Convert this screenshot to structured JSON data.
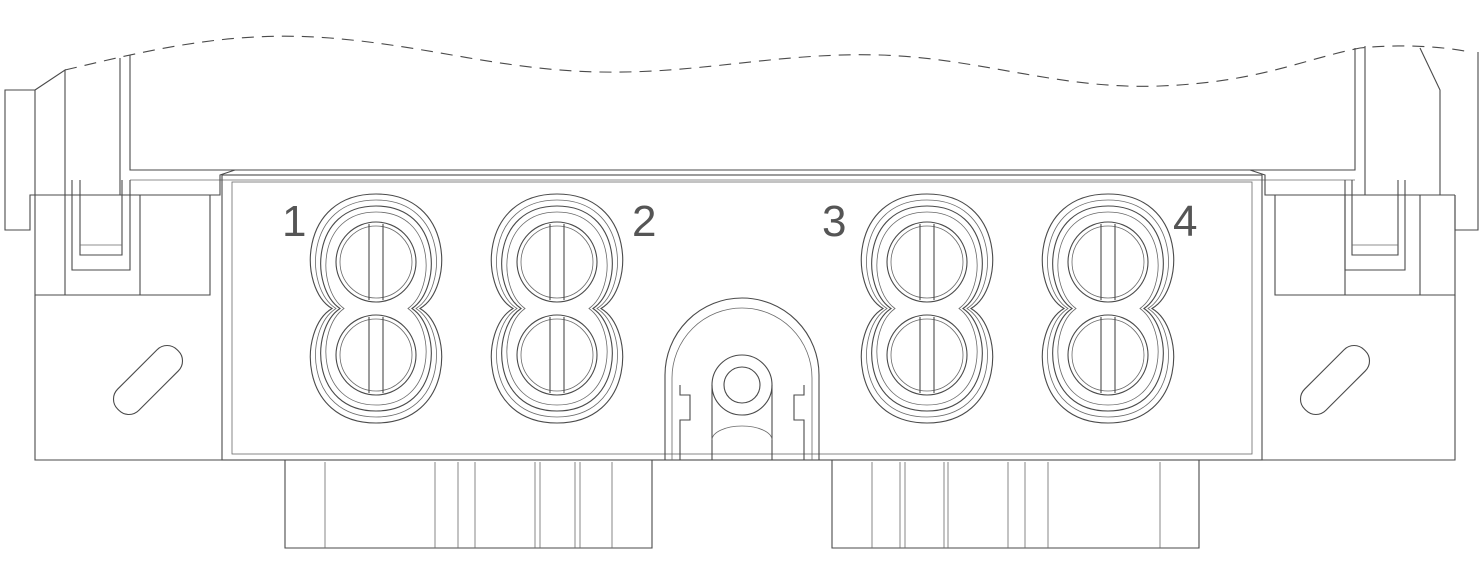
{
  "ports": [
    {
      "id": "port-1",
      "label": "1"
    },
    {
      "id": "port-2",
      "label": "2"
    },
    {
      "id": "port-3",
      "label": "3"
    },
    {
      "id": "port-4",
      "label": "4"
    }
  ],
  "colors": {
    "line": "#4a4a4a",
    "background": "#ffffff",
    "label": "#555555"
  }
}
